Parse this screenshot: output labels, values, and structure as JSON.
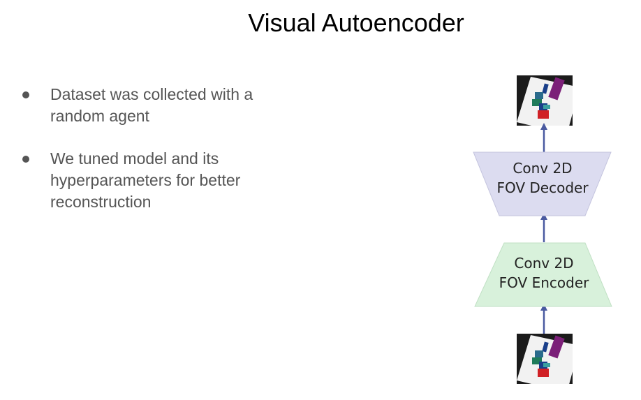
{
  "title": "Visual Autoencoder",
  "bullets": [
    "Dataset was collected with a random agent",
    "We tuned model and its hyperparameters for better reconstruction"
  ],
  "diagram": {
    "decoder": {
      "line1": "Conv 2D",
      "line2": "FOV Decoder",
      "fill": "#dcdcf0"
    },
    "encoder": {
      "line1": "Conv 2D",
      "line2": "FOV Encoder",
      "fill": "#d8f1db"
    },
    "arrow_color": "#4a5aa0",
    "input_image": "grid-observation-thumbnail",
    "output_image": "grid-observation-thumbnail"
  }
}
